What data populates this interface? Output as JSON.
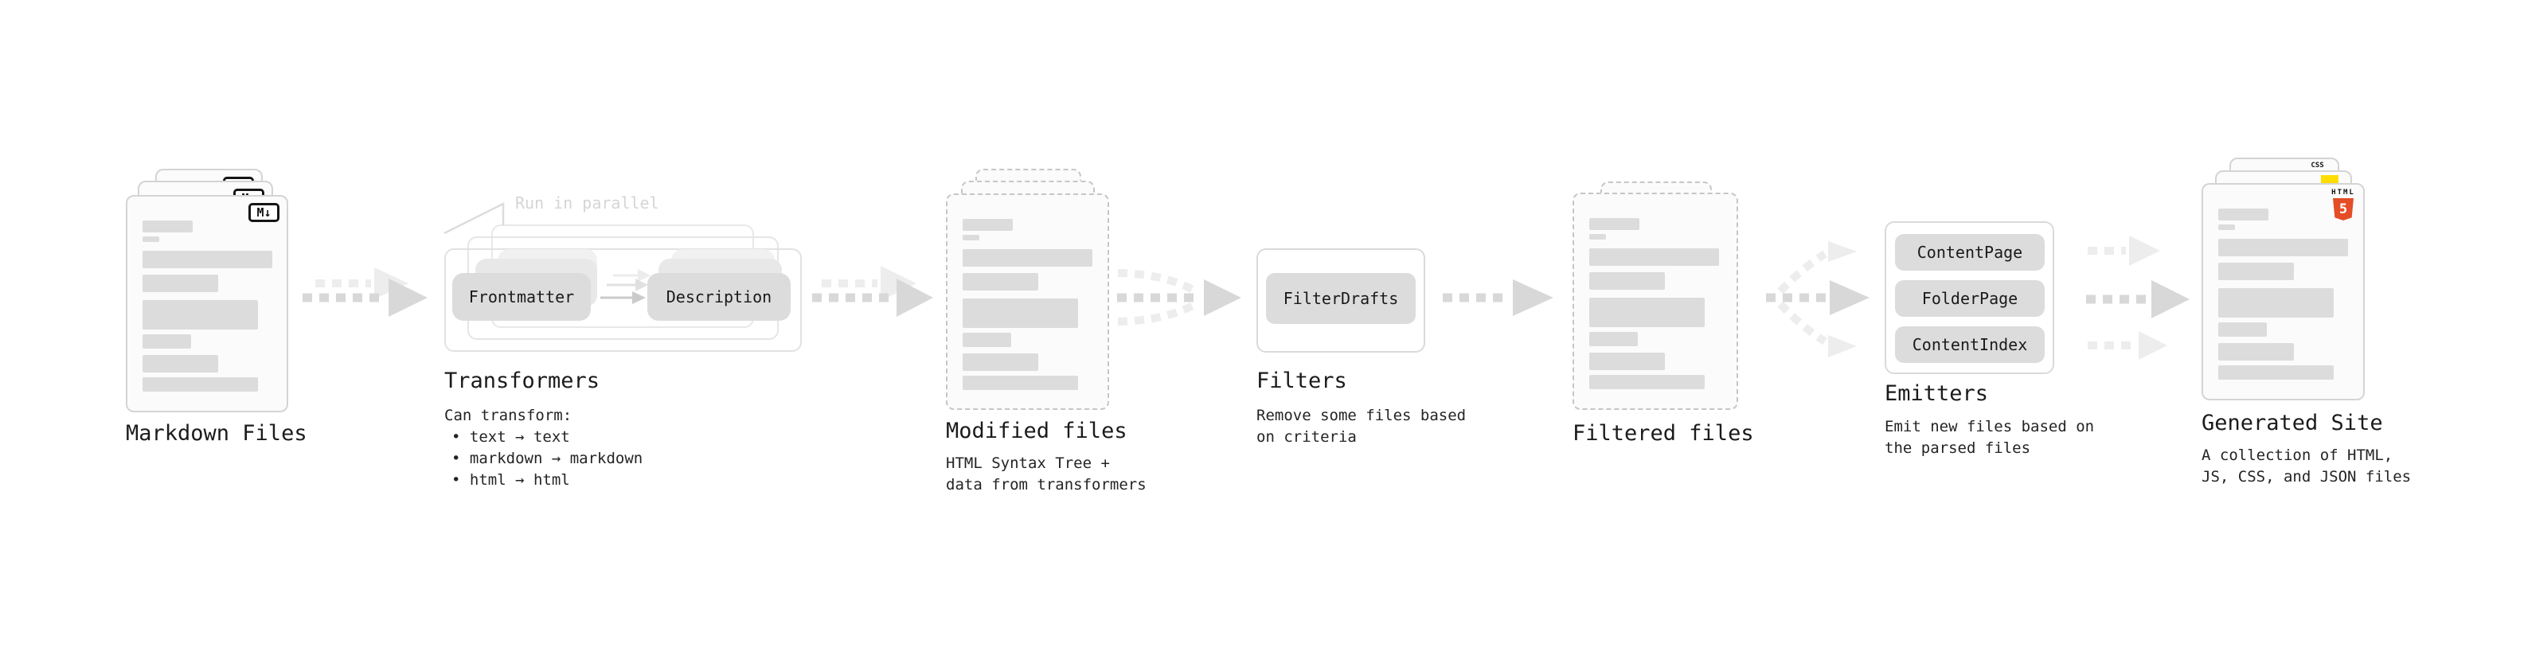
{
  "diagram": {
    "annotation_run_parallel": "Run in parallel",
    "stages": {
      "markdown": {
        "title": "Markdown Files"
      },
      "transformers": {
        "title": "Transformers",
        "desc": "Can transform:",
        "bullets": [
          "• text → text",
          "• markdown → markdown",
          "• html → html"
        ],
        "card_from": "Frontmatter",
        "card_to": "Description"
      },
      "modified": {
        "title": "Modified files",
        "subtitle": "HTML Syntax Tree +\ndata from transformers"
      },
      "filters": {
        "title": "Filters",
        "subtitle": "Remove some files based\non criteria",
        "button": "FilterDrafts"
      },
      "filtered": {
        "title": "Filtered files"
      },
      "emitters": {
        "title": "Emitters",
        "subtitle": "Emit new files based on\nthe parsed files",
        "buttons": [
          "ContentPage",
          "FolderPage",
          "ContentIndex"
        ]
      },
      "generated": {
        "title": "Generated Site",
        "subtitle": "A collection of HTML,\nJS, CSS, and JSON files"
      }
    },
    "icons": {
      "markdown_badge": "M↓",
      "html5_label": "HTML",
      "html5_number": "5",
      "css_label": "CSS"
    },
    "colors": {
      "html5_orange": "#E44D26",
      "js_yellow": "#FFDD00",
      "css_blue": "#2965F1",
      "bar_gray": "#DCDCDC",
      "arrow_dark": "#D8D8D8",
      "arrow_light": "#EDEDED"
    }
  }
}
